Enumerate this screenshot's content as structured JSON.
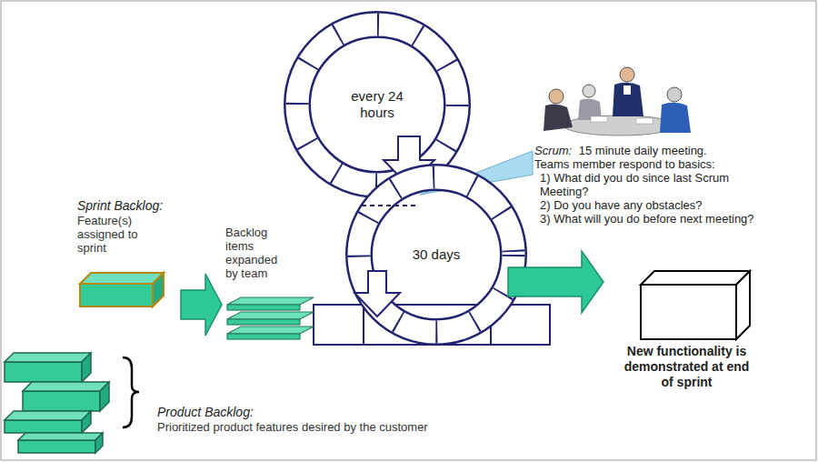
{
  "diagram": {
    "nodes": [
      {
        "text": [
          "every 24 hours"
        ]
      },
      {
        "text": [
          "30 days"
        ]
      },
      {
        "text": [
          "Scrum:",
          "15 minute daily meeting. Teams member respond to basics:",
          "1) What did you do since last Scrum Meeting?",
          "2) Do you have any obstacles?",
          "3) What will you do before next meeting?"
        ]
      },
      {
        "text": [
          "Sprint Backlog:",
          "Feature(s) assigned to sprint"
        ]
      },
      {
        "text": [
          "Backlog items expanded by team"
        ]
      },
      {
        "text": [
          "Product Backlog:",
          "Prioritized product features desired by the customer"
        ]
      },
      {
        "text": [
          "New functionality is demonstrated at end of sprint"
        ]
      }
    ],
    "edges": [
      {
        "from": 3,
        "to": 4,
        "arrow": "to"
      },
      {
        "from": 1,
        "to": 6,
        "arrow": "to"
      }
    ]
  }
}
